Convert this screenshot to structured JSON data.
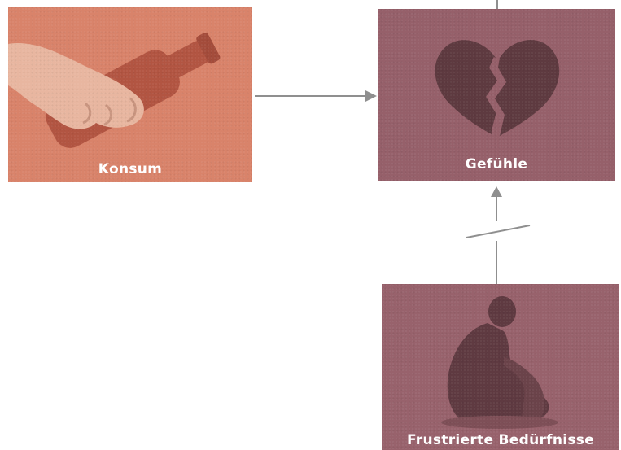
{
  "nodes": {
    "konsum": {
      "label": "Konsum",
      "color": "#d9836a",
      "icon": "hand-bottle-icon"
    },
    "gefuehle": {
      "label": "Gefühle",
      "color": "#96606a",
      "icon": "broken-heart-icon"
    },
    "frustriert": {
      "label": "Frustrierte Bedürfnisse",
      "color": "#98626c",
      "icon": "sitting-person-icon"
    }
  },
  "edges": [
    {
      "from": "konsum",
      "to": "gefuehle",
      "style": "arrow"
    },
    {
      "from": "frustriert",
      "to": "gefuehle",
      "style": "arrow-interrupted"
    }
  ],
  "colors": {
    "connector": "#8f8f8f"
  }
}
